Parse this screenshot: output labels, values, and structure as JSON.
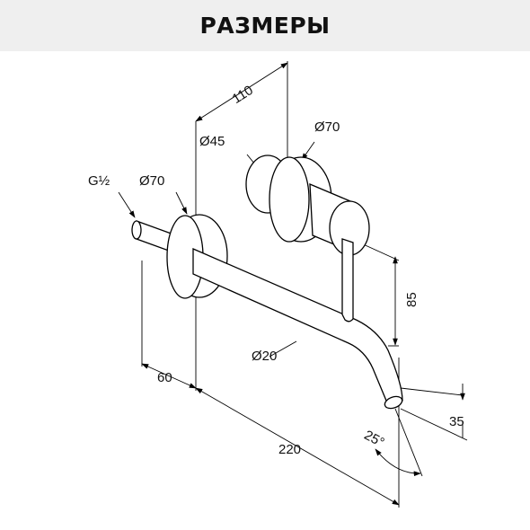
{
  "header": {
    "title": "РАЗМЕРЫ"
  },
  "colors": {
    "header_bg": "#efefef",
    "line": "#000000",
    "text": "#111111"
  },
  "dimensions": {
    "d110": "110",
    "d45": "Ø45",
    "d70_top": "Ø70",
    "g12": "G½",
    "d70_left": "Ø70",
    "d85": "85",
    "d20": "Ø20",
    "d60": "60",
    "d35": "35",
    "d220": "220",
    "angle25": "25°"
  }
}
